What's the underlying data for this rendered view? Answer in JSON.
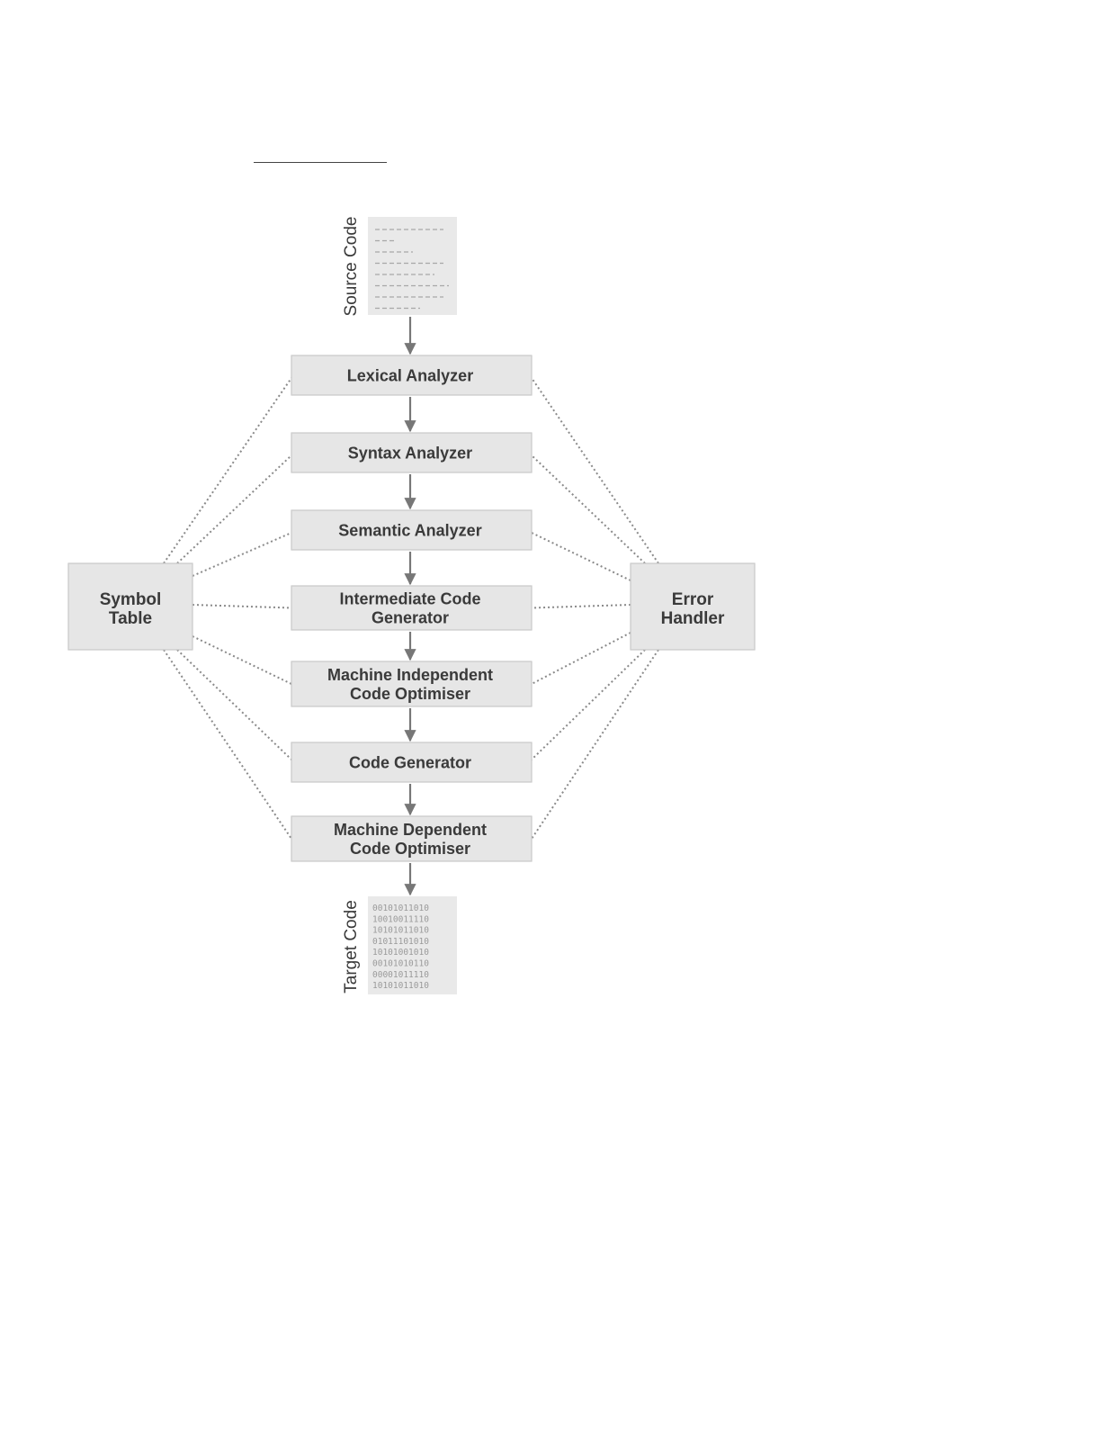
{
  "diagram": {
    "colors": {
      "box_fill": "#e6e6e6",
      "box_stroke": "#c9c9c9",
      "arrow": "#777777",
      "dotted": "#8a8a8a",
      "doc_fill": "#e9e9e9",
      "doc_text": "#9a9a9a",
      "label": "#3a3a3a"
    },
    "input": {
      "label": "Source Code"
    },
    "output": {
      "label": "Target Code",
      "binary_lines": [
        "00101011010",
        "10010011110",
        "10101011010",
        "01011101010",
        "10101001010",
        "00101010110",
        "00001011110",
        "10101011010"
      ]
    },
    "phases": [
      {
        "id": "lexical",
        "lines": [
          "Lexical Analyzer"
        ]
      },
      {
        "id": "syntax",
        "lines": [
          "Syntax Analyzer"
        ]
      },
      {
        "id": "semantic",
        "lines": [
          "Semantic Analyzer"
        ]
      },
      {
        "id": "intermediate",
        "lines": [
          "Intermediate Code",
          "Generator"
        ]
      },
      {
        "id": "mi-optimiser",
        "lines": [
          "Machine Independent",
          "Code Optimiser"
        ]
      },
      {
        "id": "codegen",
        "lines": [
          "Code Generator"
        ]
      },
      {
        "id": "md-optimiser",
        "lines": [
          "Machine Dependent",
          "Code Optimiser"
        ]
      }
    ],
    "symbol_table": {
      "lines": [
        "Symbol",
        "Table"
      ]
    },
    "error_handler": {
      "lines": [
        "Error",
        "Handler"
      ]
    },
    "flow": [
      [
        "source-code",
        "lexical"
      ],
      [
        "lexical",
        "syntax"
      ],
      [
        "syntax",
        "semantic"
      ],
      [
        "semantic",
        "intermediate"
      ],
      [
        "intermediate",
        "mi-optimiser"
      ],
      [
        "mi-optimiser",
        "codegen"
      ],
      [
        "codegen",
        "md-optimiser"
      ],
      [
        "md-optimiser",
        "target-code"
      ]
    ],
    "side_links": {
      "symbol_table": [
        "lexical",
        "syntax",
        "semantic",
        "intermediate",
        "mi-optimiser",
        "codegen",
        "md-optimiser"
      ],
      "error_handler": [
        "lexical",
        "syntax",
        "semantic",
        "intermediate",
        "mi-optimiser",
        "codegen",
        "md-optimiser"
      ]
    }
  }
}
